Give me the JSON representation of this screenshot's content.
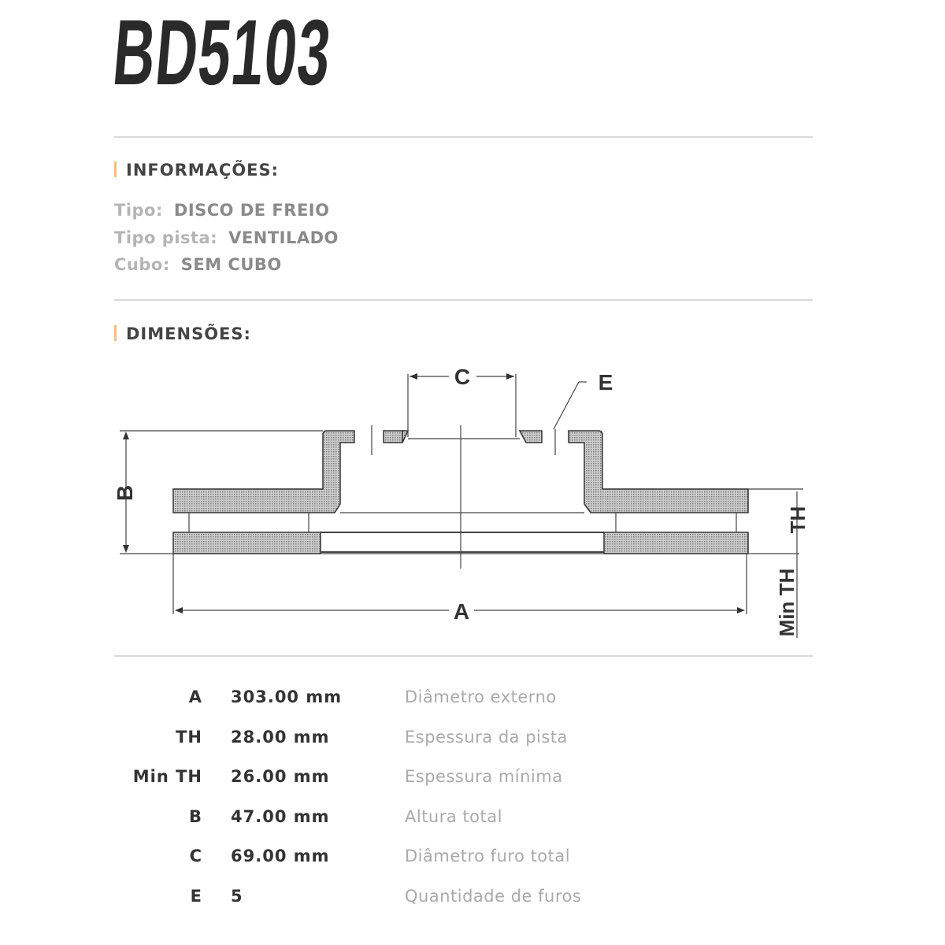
{
  "product_code": "BD5103",
  "sections": {
    "info_title": "INFORMAÇÕES:",
    "dim_title": "DIMENSÕES:"
  },
  "info": [
    {
      "key": "Tipo:",
      "value": "DISCO DE FREIO"
    },
    {
      "key": "Tipo pista:",
      "value": "VENTILADO"
    },
    {
      "key": "Cubo:",
      "value": "SEM CUBO"
    }
  ],
  "diagram_labels": {
    "a": "A",
    "b": "B",
    "c": "C",
    "e": "E",
    "th": "TH",
    "min_th": "Min TH"
  },
  "dimensions": [
    {
      "label": "A",
      "value": "303.00 mm",
      "desc": "Diâmetro externo"
    },
    {
      "label": "TH",
      "value": "28.00 mm",
      "desc": "Espessura da pista"
    },
    {
      "label": "Min TH",
      "value": "26.00 mm",
      "desc": "Espessura mínima"
    },
    {
      "label": "B",
      "value": "47.00 mm",
      "desc": "Altura total"
    },
    {
      "label": "C",
      "value": "69.00 mm",
      "desc": "Diâmetro furo total"
    },
    {
      "label": "E",
      "value": "5",
      "desc": "Quantidade de furos"
    }
  ],
  "colors": {
    "accent": "#f5bd80",
    "title": "#2b2a2a",
    "hatch": "#9a9a9a"
  }
}
